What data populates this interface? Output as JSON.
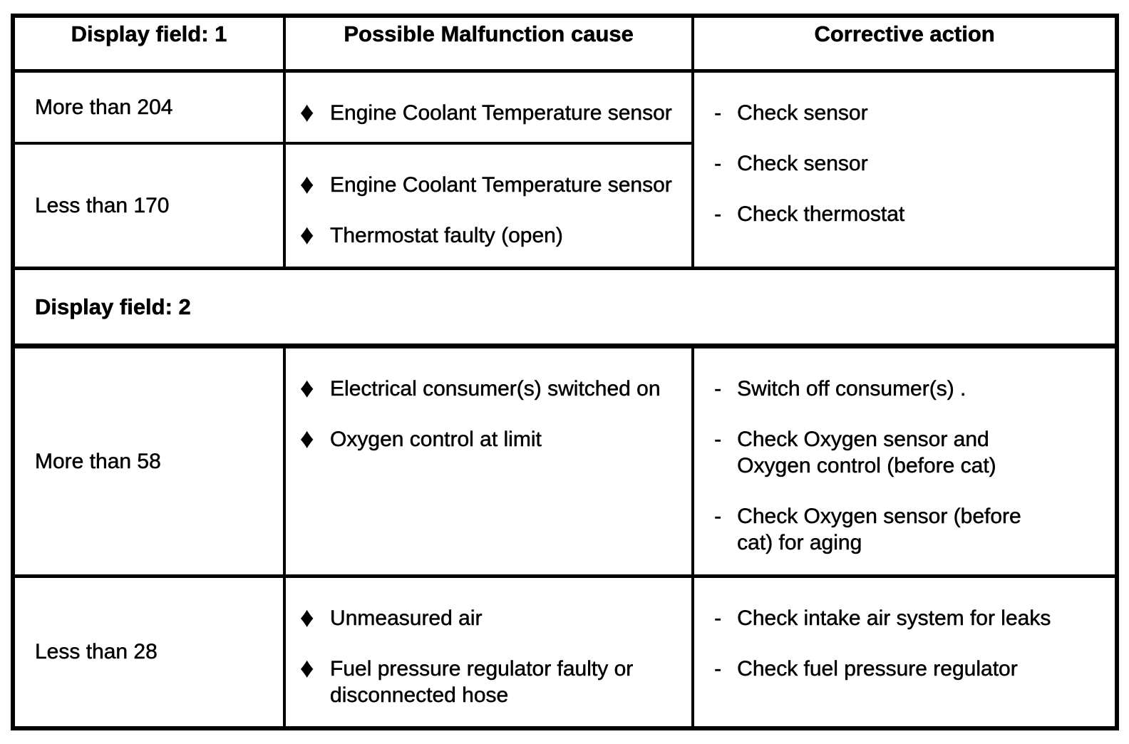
{
  "glyphs": {
    "diamond": "♦",
    "dash": "-"
  },
  "table": {
    "headers": {
      "display_field": "Display field: 1",
      "cause": "Possible Malfunction cause",
      "action": "Corrective action"
    },
    "section1": {
      "row1": {
        "display": "More than 204",
        "causes": [
          "Engine Coolant Temperature sensor"
        ]
      },
      "row2": {
        "display": "Less than 170",
        "causes": [
          "Engine Coolant Temperature sensor",
          "Thermostat faulty (open)"
        ]
      },
      "actions": [
        "Check sensor",
        "Check sensor",
        "Check thermostat"
      ]
    },
    "section2": {
      "label": "Display field: 2",
      "row1": {
        "display": "More than 58",
        "causes": [
          "Electrical consumer(s) switched on",
          "Oxygen control at limit"
        ],
        "actions": [
          "Switch off consumer(s) .",
          "Check Oxygen sensor and\nOxygen control (before cat)",
          "Check Oxygen sensor (before\ncat) for aging"
        ]
      },
      "row2": {
        "display": "Less than 28",
        "causes": [
          "Unmeasured air",
          "Fuel pressure regulator faulty or\ndisconnected hose"
        ],
        "actions": [
          "Check intake air system for leaks",
          "Check fuel pressure regulator"
        ]
      }
    }
  }
}
